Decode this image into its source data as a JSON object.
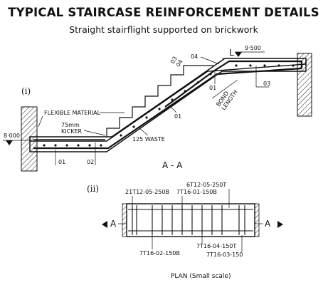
{
  "header": {
    "title": "TYPICAL STAIRCASE REINFORCEMENT DETAILS",
    "subtitle": "Straight stairflight supported on brickwork"
  },
  "section": {
    "marker": "(i)",
    "level_low": "8·000",
    "level_high": "9·500",
    "flexible_material": "FLEXIBLE MATERIAL",
    "kicker_line1": "75mm",
    "kicker_line2": "KICKER",
    "waste": "125 WASTE",
    "bond_line1": "BOND",
    "bond_line2": "LENGTH",
    "L": "L",
    "bar_01_bottom_a": "01",
    "bar_02_bottom": "02",
    "bar_01_flight": "01",
    "bar_01_top": "01",
    "bar_03_top": "03",
    "bar_03_diag": "03",
    "bar_04_diag": "04",
    "bar_04_top": "04",
    "section_label": "A - A"
  },
  "plan": {
    "marker": "(ii)",
    "callout_top_left": "21T12-05-250B",
    "callout_top_mid": "6T12-05-250T",
    "callout_top_mid2": "7T16-01-150B",
    "callout_bottom_left": "7T16-02-150B",
    "callout_bottom_mid": "7T16-04-150T",
    "callout_bottom_right": "7T16-03-150",
    "section_left": "A",
    "section_right": "A",
    "caption": "PLAN (Small scale)"
  }
}
